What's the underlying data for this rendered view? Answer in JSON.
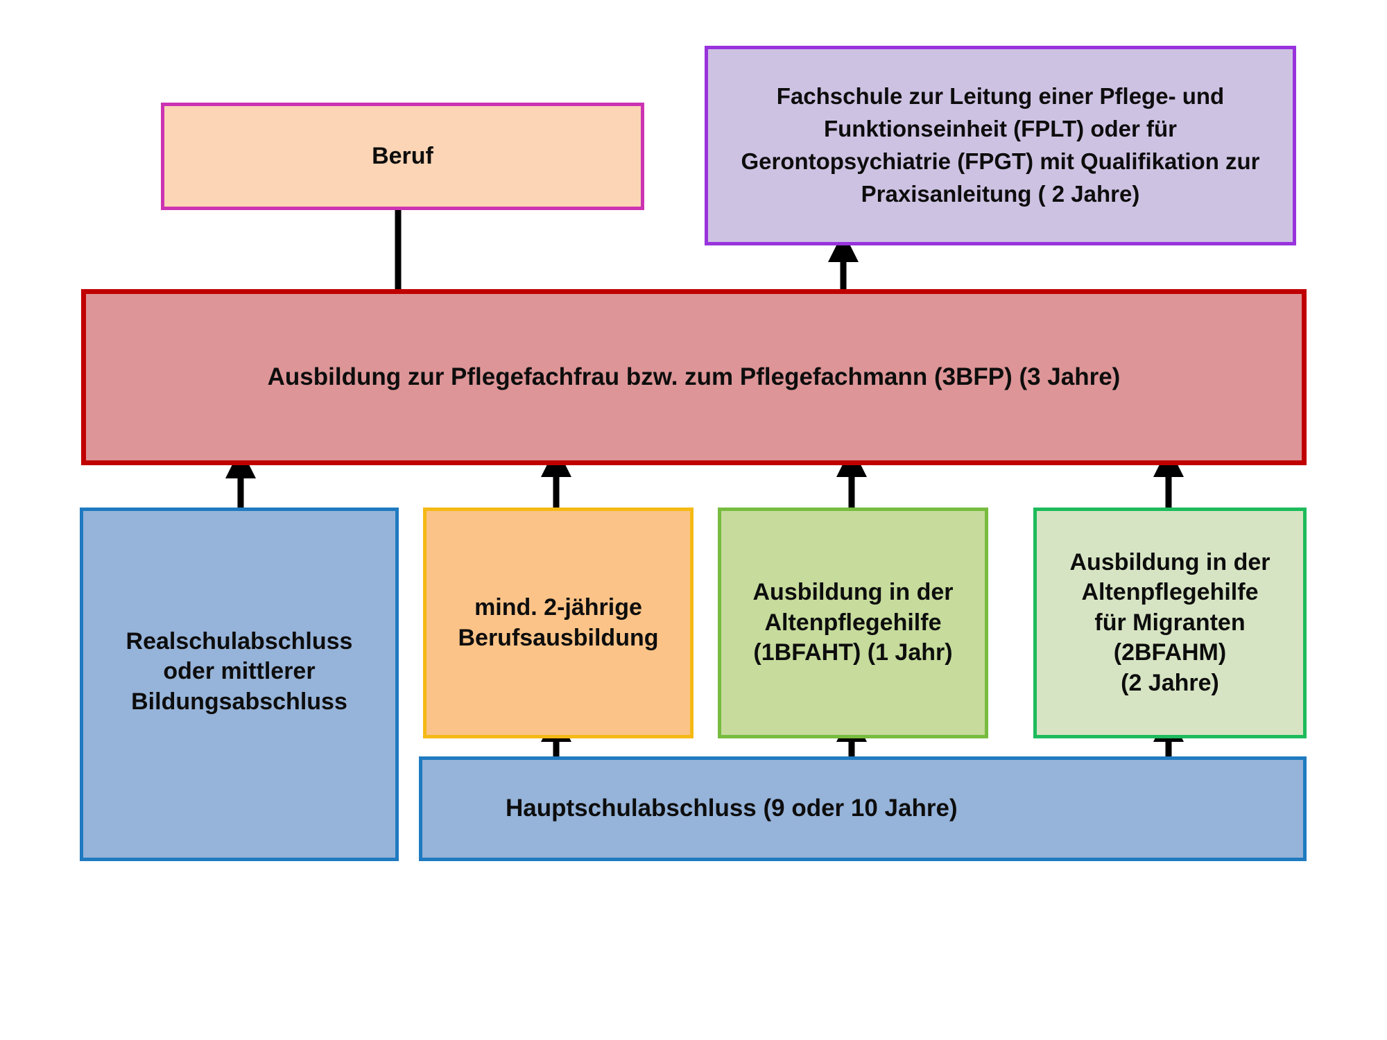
{
  "diagram": {
    "title": "Ausbildungswege Pflege",
    "background": "#ffffff",
    "nodes": {
      "beruf": {
        "label": "Beruf",
        "fill": "#FBD5B5",
        "border": "#CC33B2"
      },
      "fachschule": {
        "label": "Fachschule  zur Leitung einer Pflege- und Funktionseinheit (FPLT) oder für Gerontopsychiatrie (FPGT) mit Qualifikation zur Praxisanleitung ( 2 Jahre)",
        "fill": "#CEC2E3",
        "border": "#9933DD"
      },
      "pflegefach": {
        "label": "Ausbildung zur Pflegefachfrau bzw. zum Pflegefachmann (3BFP) (3 Jahre)",
        "fill": "#DD9597",
        "border": "#C00000"
      },
      "realschule": {
        "label": "Realschulabschluss\noder mittlerer\nBildungsabschluss",
        "fill": "#96B3D9",
        "border": "#1F7AC0"
      },
      "berufsausbildung": {
        "label": "mind. 2-jährige\nBerufsausbildung",
        "fill": "#FBC387",
        "border": "#F5B915"
      },
      "altenpflegehilfe": {
        "label": "Ausbildung in der\nAltenpflegehilfe\n(1BFAHT) (1 Jahr)",
        "fill": "#C6DB9C",
        "border": "#77BC3F"
      },
      "migranten": {
        "label": "Ausbildung in der\nAltenpflegehilfe\nfür Migranten\n(2BFAHM)\n(2 Jahre)",
        "fill": "#D6E4C3",
        "border": "#1DBB5B"
      },
      "hauptschule": {
        "label": "Hauptschulabschluss (9 oder 10 Jahre)",
        "fill": "#96B3D9",
        "border": "#1F7AC0"
      }
    },
    "edges": [
      {
        "name": "pflegefach-to-beruf",
        "from": "pflegefach",
        "to": "beruf",
        "direction": "up"
      },
      {
        "name": "pflegefach-to-fachschule",
        "from": "pflegefach",
        "to": "fachschule",
        "direction": "up"
      },
      {
        "name": "realschule-to-pflegefach",
        "from": "realschule",
        "to": "pflegefach",
        "direction": "up"
      },
      {
        "name": "berufsausbildung-to-pflegefach",
        "from": "berufsausbildung",
        "to": "pflegefach",
        "direction": "up"
      },
      {
        "name": "altenpflegehilfe-to-pflegefach",
        "from": "altenpflegehilfe",
        "to": "pflegefach",
        "direction": "up"
      },
      {
        "name": "migranten-to-pflegefach",
        "from": "migranten",
        "to": "pflegefach",
        "direction": "up"
      },
      {
        "name": "hauptschule-to-berufsausbildung",
        "from": "hauptschule",
        "to": "berufsausbildung",
        "direction": "up"
      },
      {
        "name": "hauptschule-to-altenpflegehilfe",
        "from": "hauptschule",
        "to": "altenpflegehilfe",
        "direction": "up"
      },
      {
        "name": "hauptschule-to-migranten",
        "from": "hauptschule",
        "to": "migranten",
        "direction": "up"
      }
    ],
    "arrow_color": "#000000"
  }
}
